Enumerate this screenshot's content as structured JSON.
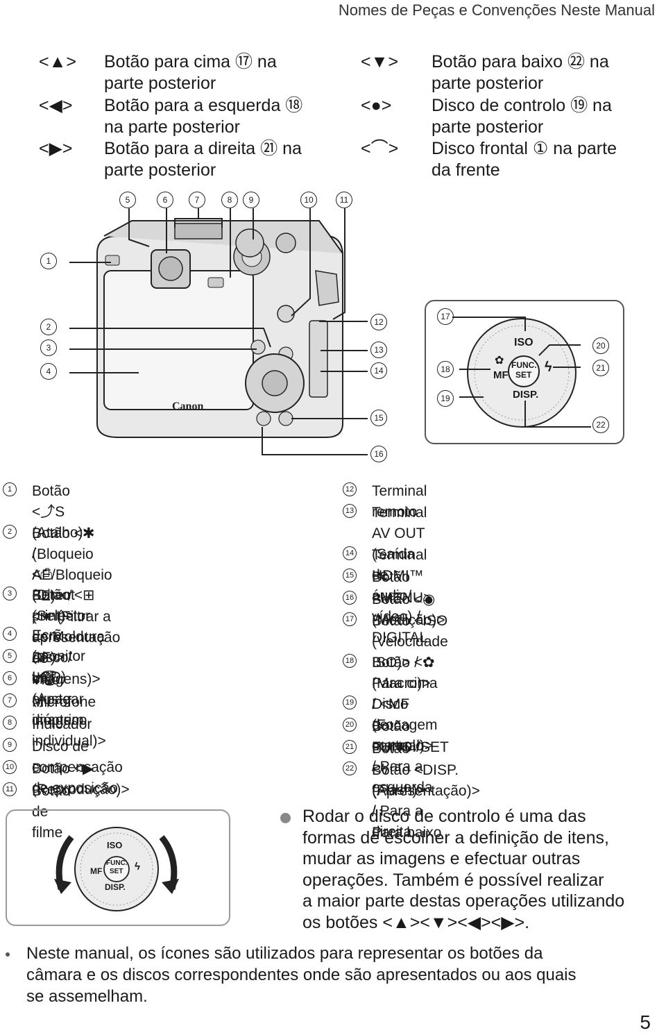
{
  "header": {
    "title": "Nomes de Peças e Convenções Neste Manual"
  },
  "top_left": [
    {
      "icon": "<▲>",
      "text_lines": [
        "Botão para cima ⑰ na",
        "parte posterior"
      ]
    },
    {
      "icon": "<◀>",
      "text_lines": [
        "Botão para a esquerda ⑱",
        "na parte posterior"
      ]
    },
    {
      "icon": "<▶>",
      "text_lines": [
        "Botão para a direita ㉑ na",
        "parte posterior"
      ]
    }
  ],
  "top_right": [
    {
      "icon": "<▼>",
      "text_lines": [
        "Botão para baixo ㉒ na",
        "parte posterior"
      ]
    },
    {
      "icon": "<●>",
      "text_lines": [
        "Disco de controlo ⑲ na",
        "parte posterior"
      ]
    },
    {
      "icon": "<⌒>",
      "text_lines": [
        "Disco frontal ① na parte",
        "da frente"
      ]
    }
  ],
  "camera_callouts_top": [
    "5",
    "6",
    "7",
    "8",
    "9",
    "10",
    "11"
  ],
  "camera_callouts_left": [
    "1",
    "2",
    "3",
    "4"
  ],
  "camera_callouts_right": [
    "12",
    "13",
    "14",
    "15",
    "16"
  ],
  "camera_brand": "Canon",
  "dial_labels": {
    "iso": "ISO",
    "func": "FUNC.",
    "set": "SET",
    "disp": "DISP.",
    "mf": "MF",
    "macro": "✿",
    "flash": "ϟ"
  },
  "dial_callouts": [
    "17",
    "18",
    "19",
    "20",
    "21",
    "22"
  ],
  "parts_left": [
    {
      "num": "1",
      "lines": [
        "Botão <⤴S (Atalho)> /",
        "<⎙ (Direct print)>"
      ]
    },
    {
      "num": "2",
      "lines": [
        "Botão <✱ (Bloqueio AE/Bloqueio FE)> /",
        "<⚭ (Filtrar a apresentação",
        "de imagens)>"
      ]
    },
    {
      "num": "3",
      "lines": [
        "Botão <⊞ (Selector de Moldura AF)> /",
        "<🗑 (Apagar imagem individual)>"
      ]
    },
    {
      "num": "4",
      "lines": [
        "Ecrã (monitor LCD)"
      ]
    },
    {
      "num": "5",
      "lines": [
        "Disco de ajuste dióptrico"
      ]
    },
    {
      "num": "6",
      "lines": [
        "Visor"
      ]
    },
    {
      "num": "7",
      "lines": [
        "Microfone"
      ]
    },
    {
      "num": "8",
      "lines": [
        "Indicador"
      ]
    },
    {
      "num": "9",
      "lines": [
        "Disco de compensação de exposição"
      ]
    },
    {
      "num": "10",
      "lines": [
        "Botão <▶ (Reprodução)>"
      ]
    },
    {
      "num": "11",
      "lines": [
        "Botão de filme"
      ]
    }
  ],
  "parts_right": [
    {
      "num": "12",
      "lines": [
        "Terminal remoto"
      ]
    },
    {
      "num": "13",
      "lines": [
        "Terminal AV OUT (Saída de áudio/",
        "vídeo) / DIGITAL"
      ]
    },
    {
      "num": "14",
      "lines": [
        "Terminal HDMI™"
      ]
    },
    {
      "num": "15",
      "lines": [
        "Botão <MENU>"
      ]
    },
    {
      "num": "16",
      "lines": [
        "Botão <◉ (Medição)>"
      ]
    },
    {
      "num": "17",
      "lines": [
        "Botão <ISO (Velocidade ISO)> /",
        "Para cima"
      ]
    },
    {
      "num": "18",
      "lines": [
        "Botão <✿ (Macro)> / <MF (Focagem",
        "manual)> / Para a esquerda"
      ]
    },
    {
      "num": "19",
      "lines": [
        "Disco de controlo"
      ]
    },
    {
      "num": "20",
      "lines": [
        "Botão FUNC./SET"
      ]
    },
    {
      "num": "21",
      "lines": [
        "Botão <ϟ (Flash)> / Para a direita"
      ]
    },
    {
      "num": "22",
      "lines": [
        "Botão <DISP. (Apresentação)> /",
        "Para baixo"
      ]
    }
  ],
  "dial_note_lines": [
    "Rodar o disco de controlo é uma das",
    "formas de escolher a definição de itens,",
    "mudar as imagens e efectuar outras",
    "operações. Também é possível realizar",
    "a maior parte destas operações utilizando",
    "os botões <▲><▼><◀><▶>."
  ],
  "manual_note_lines": [
    "Neste manual, os ícones são utilizados para representar os botões da",
    "câmara e os discos correspondentes onde são apresentados ou aos quais",
    "se assemelham."
  ],
  "page_number": "5"
}
